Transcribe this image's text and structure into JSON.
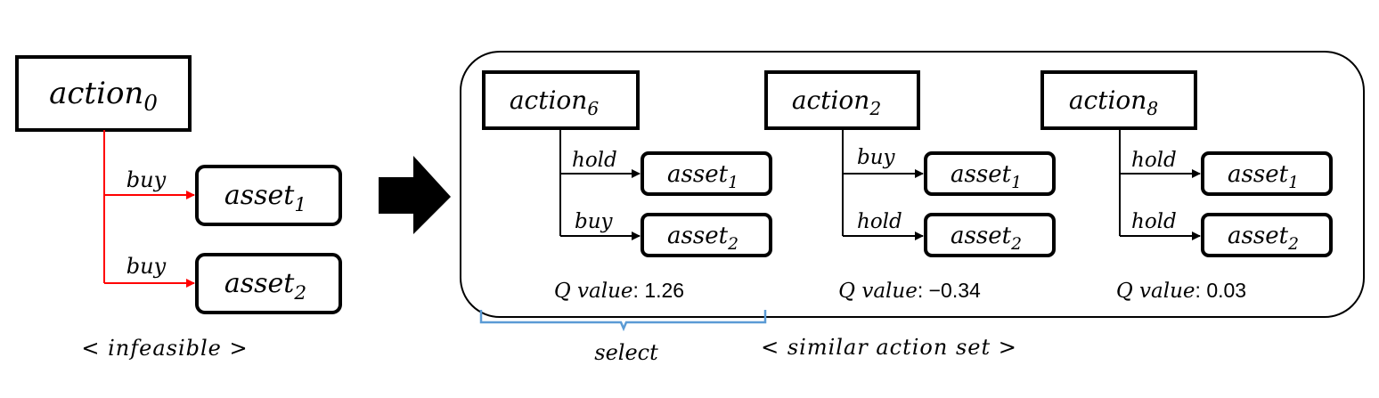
{
  "left": {
    "action": {
      "name": "action",
      "sub": "0"
    },
    "edges": [
      {
        "label": "buy",
        "asset": "asset",
        "asset_sub": "1"
      },
      {
        "label": "buy",
        "asset": "asset",
        "asset_sub": "2"
      }
    ],
    "caption": "< infeasible >"
  },
  "similar_set": {
    "caption": "< similar action set >",
    "select_label": "select",
    "actions": [
      {
        "name": "action",
        "sub": "6",
        "edges": [
          {
            "label": "hold",
            "asset": "asset",
            "asset_sub": "1"
          },
          {
            "label": "buy",
            "asset": "asset",
            "asset_sub": "2"
          }
        ],
        "q_label": "Q value",
        "q_value": "1.26"
      },
      {
        "name": "action",
        "sub": "2",
        "edges": [
          {
            "label": "buy",
            "asset": "asset",
            "asset_sub": "1"
          },
          {
            "label": "hold",
            "asset": "asset",
            "asset_sub": "2"
          }
        ],
        "q_label": "Q value",
        "q_value": "−0.34"
      },
      {
        "name": "action",
        "sub": "8",
        "edges": [
          {
            "label": "hold",
            "asset": "asset",
            "asset_sub": "1"
          },
          {
            "label": "hold",
            "asset": "asset",
            "asset_sub": "2"
          }
        ],
        "q_label": "Q value",
        "q_value": "0.03"
      }
    ]
  },
  "colors": {
    "infeasible": "#ff0000",
    "select": "#5b9bd5",
    "default": "#000000"
  }
}
